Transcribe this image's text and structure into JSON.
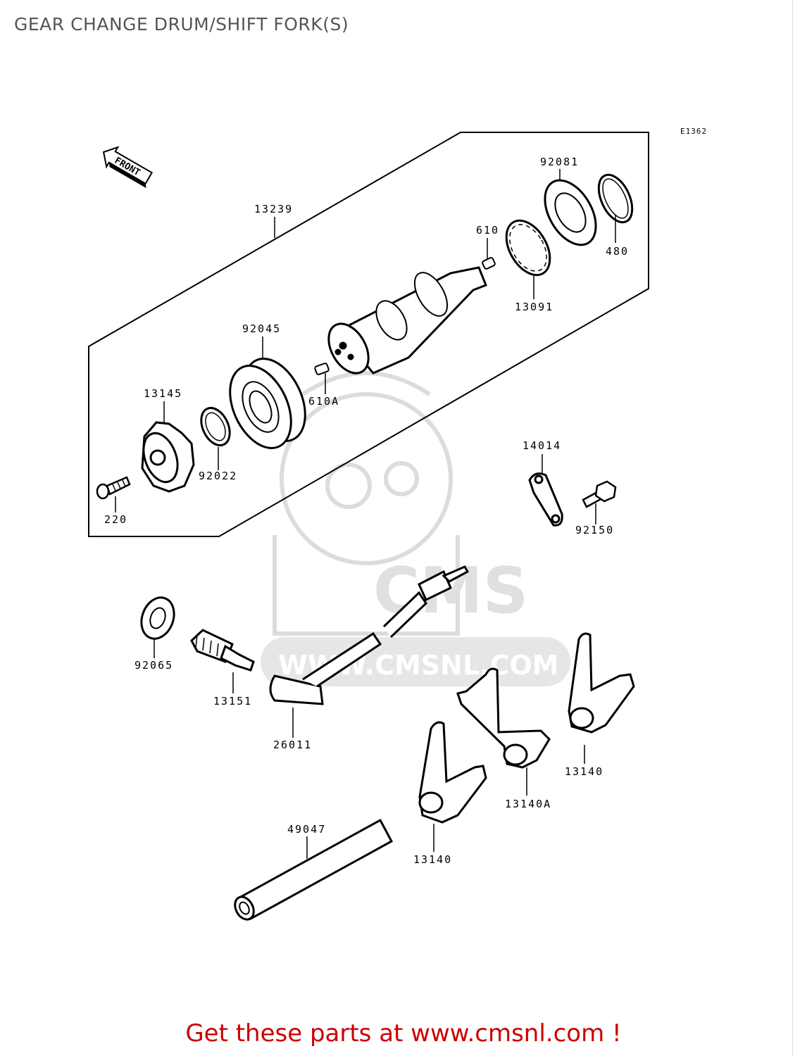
{
  "title": "GEAR CHANGE DRUM/SHIFT FORK(S)",
  "ref_code": "E1362",
  "front_label": "FRONT",
  "watermark": {
    "brand": "CMS",
    "url": "WWW.CMSNL.COM"
  },
  "parts": {
    "p13239": "13239",
    "p92081": "92081",
    "p480": "480",
    "p610": "610",
    "p13091": "13091",
    "p92045": "92045",
    "p610A": "610A",
    "p13145": "13145",
    "p92022": "92022",
    "p220": "220",
    "p14014": "14014",
    "p92150": "92150",
    "p92065": "92065",
    "p13151": "13151",
    "p26011": "26011",
    "p13140a": "13140",
    "p13140A": "13140A",
    "p13140b": "13140",
    "p49047": "49047"
  },
  "ad_text": "Get these parts at www.cmsnl.com !",
  "colors": {
    "ad": "#cc0000",
    "title": "#555555",
    "watermark": "#d8d8d8"
  }
}
